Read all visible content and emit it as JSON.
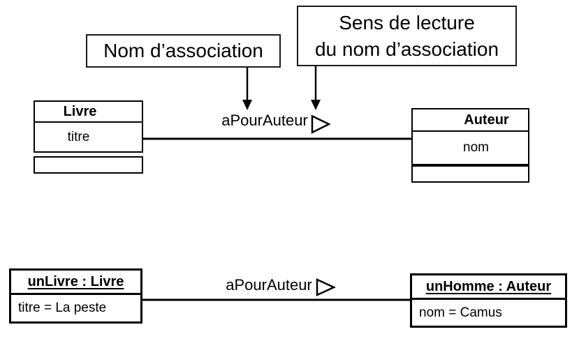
{
  "colors": {
    "background": "#ffffff",
    "line": "#000000",
    "text": "#000000"
  },
  "callouts": {
    "association_name": "Nom d’association",
    "reading_direction": {
      "line1": "Sens de lecture",
      "line2": "du nom d’association"
    }
  },
  "class_diagram": {
    "association_label": "aPourAuteur",
    "reading_direction_icon": "open-right-triangle",
    "livre": {
      "name": "Livre",
      "attribute": "titre"
    },
    "auteur": {
      "name": "Auteur",
      "attribute": "nom"
    }
  },
  "object_diagram": {
    "association_label": "aPourAuteur",
    "reading_direction_icon": "open-right-triangle",
    "un_livre": {
      "name": "unLivre : Livre",
      "attribute": "titre = La peste"
    },
    "un_homme": {
      "name": "unHomme : Auteur",
      "attribute": "nom = Camus"
    }
  }
}
